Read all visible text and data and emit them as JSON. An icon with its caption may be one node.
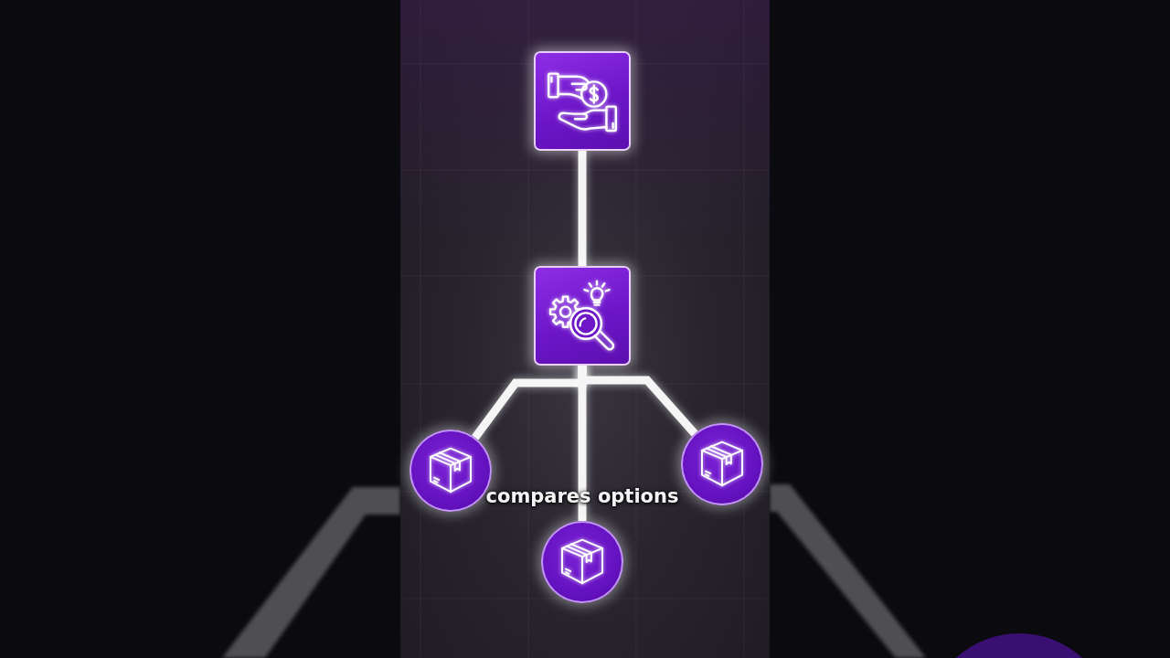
{
  "diagram": {
    "caption": "compares options",
    "nodes": [
      {
        "text": [],
        "shape": "box"
      },
      {
        "text": [],
        "shape": "box"
      },
      {
        "text": [],
        "shape": "circle"
      },
      {
        "text": [],
        "shape": "circle"
      },
      {
        "text": [],
        "shape": "circle"
      }
    ],
    "edges": [
      {
        "from": 0,
        "to": 1,
        "arrow": "none"
      },
      {
        "from": 1,
        "to": 2,
        "arrow": "none"
      },
      {
        "from": 1,
        "to": 3,
        "arrow": "none"
      },
      {
        "from": 1,
        "to": 4,
        "arrow": "none"
      }
    ]
  }
}
